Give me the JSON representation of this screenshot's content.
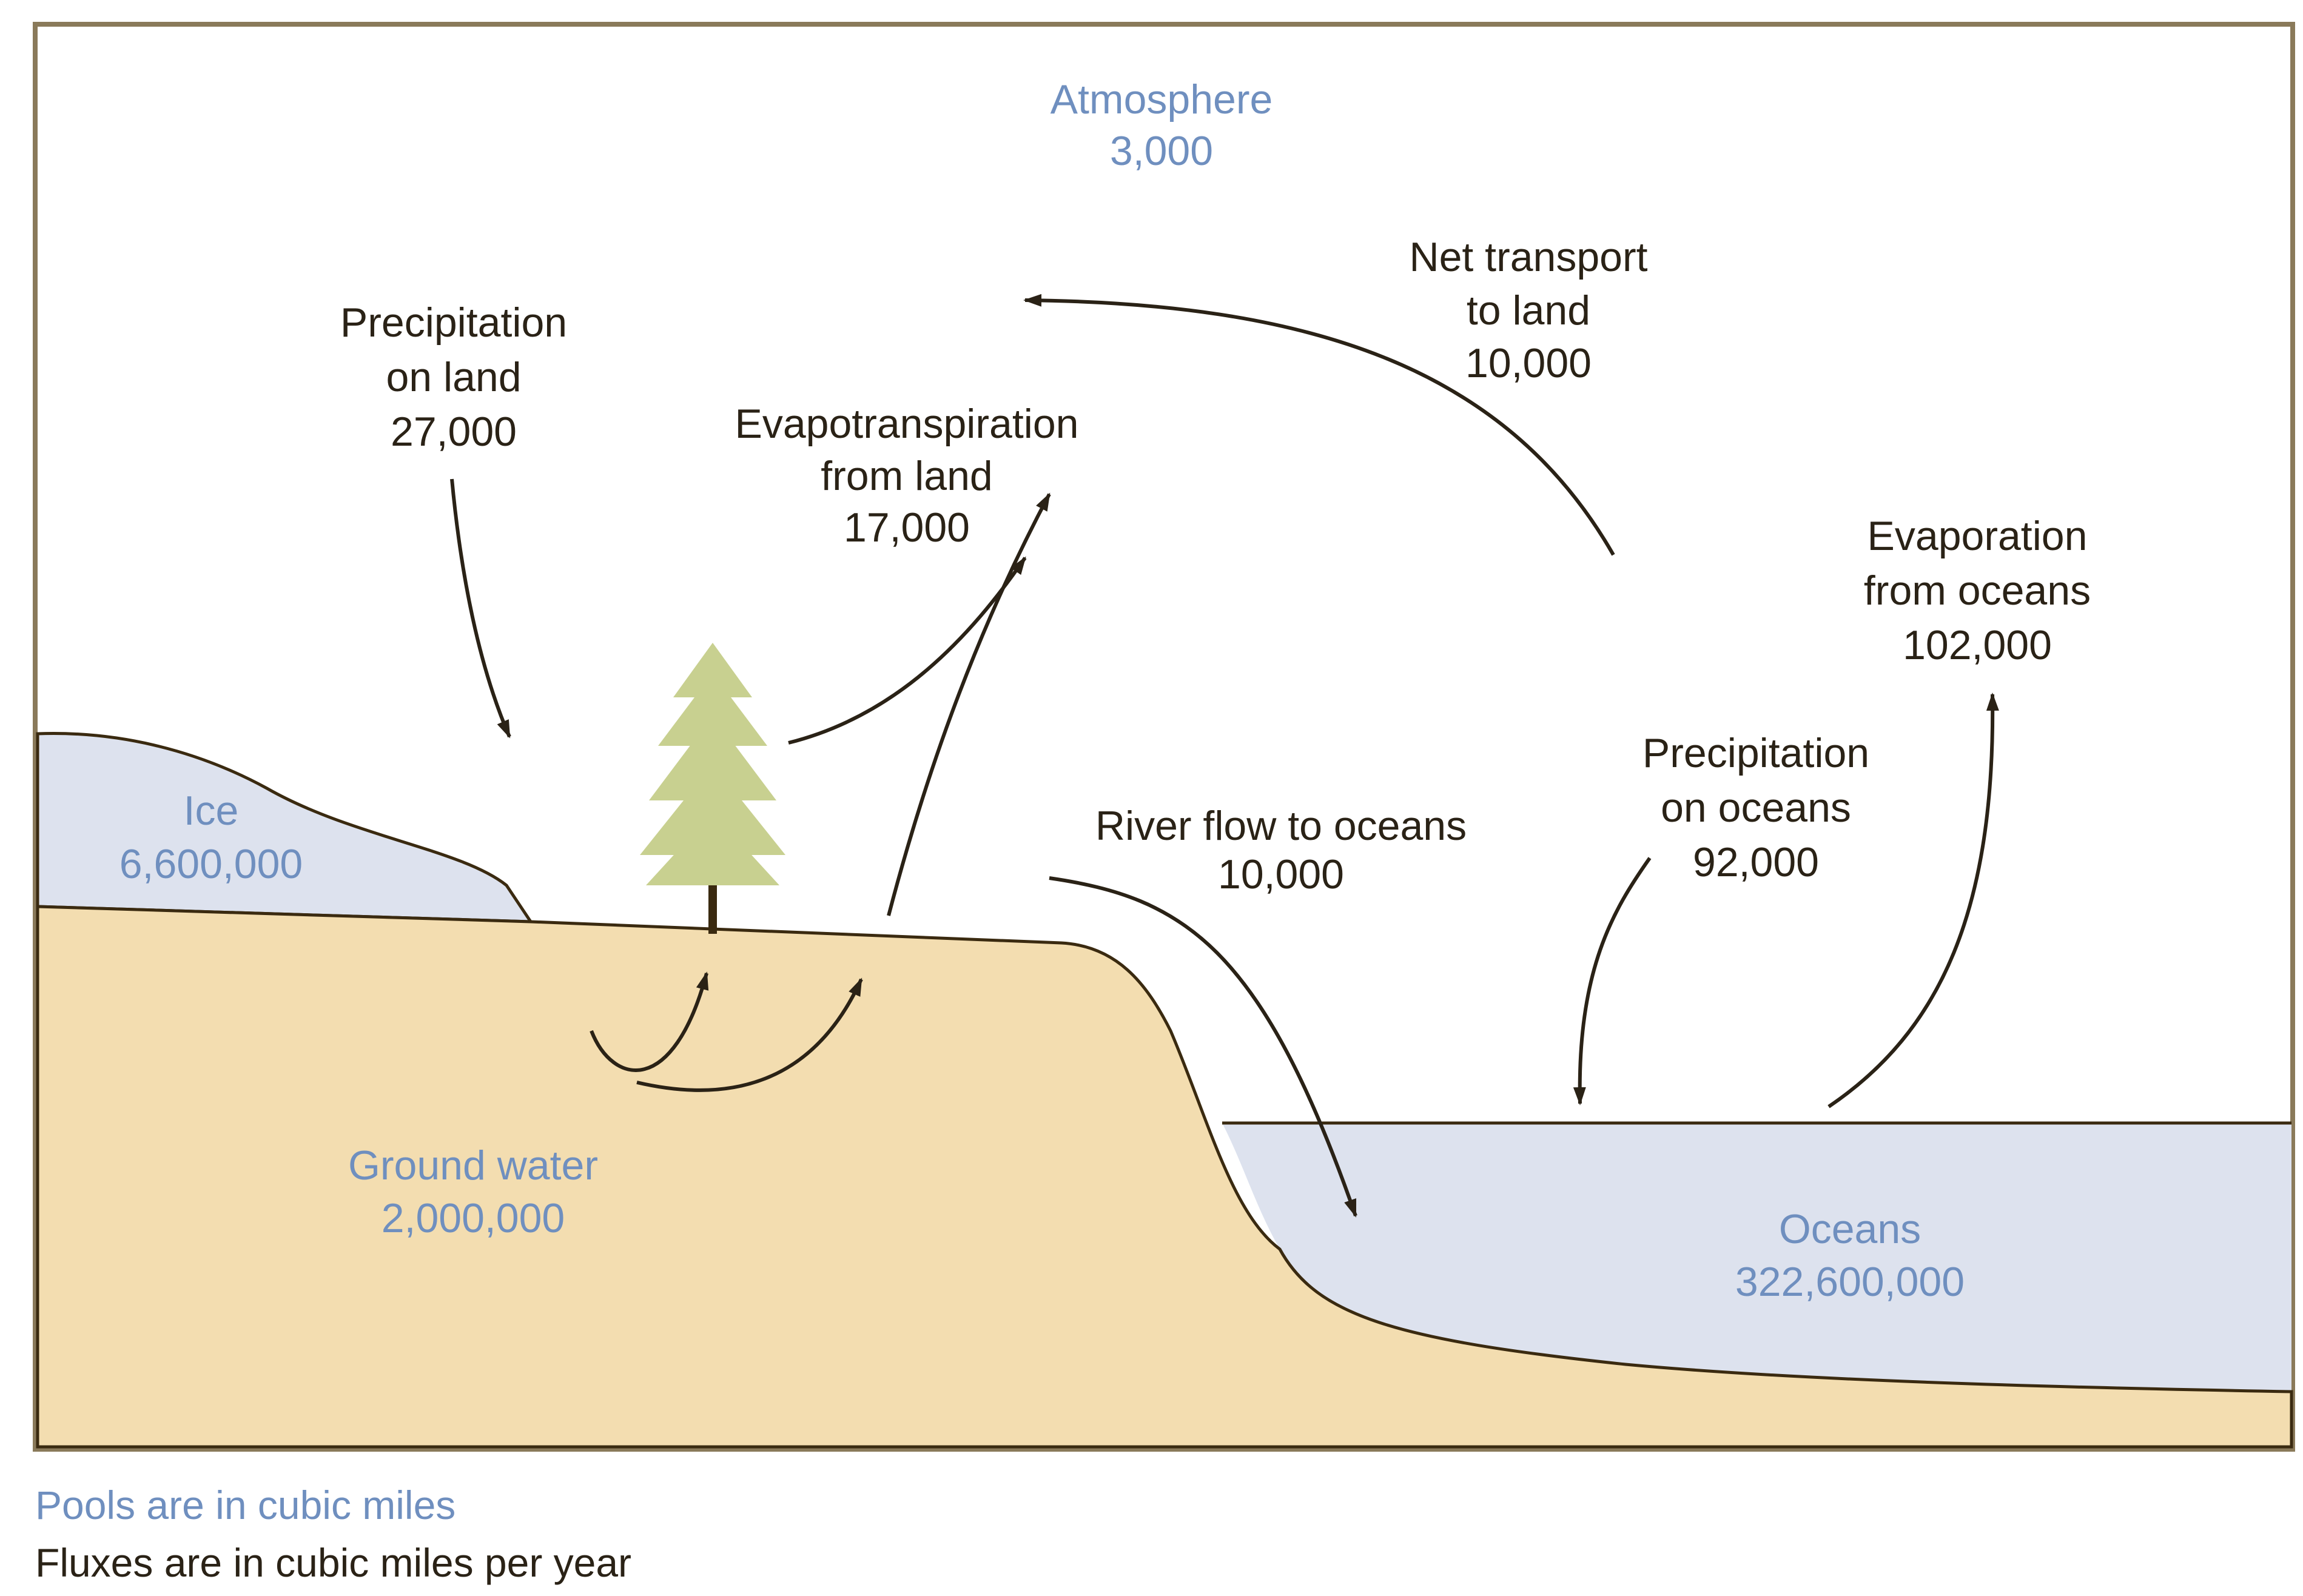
{
  "pools": {
    "atmosphere": {
      "name": "Atmosphere",
      "value": "3,000"
    },
    "ice": {
      "name": "Ice",
      "value": "6,600,000"
    },
    "ground_water": {
      "name": "Ground water",
      "value": "2,000,000"
    },
    "oceans": {
      "name": "Oceans",
      "value": "322,600,000"
    }
  },
  "fluxes": {
    "precip_land": {
      "line1": "Precipitation",
      "line2": "on land",
      "value": "27,000"
    },
    "evapotranspiration": {
      "line1": "Evapotranspiration",
      "line2": "from land",
      "value": "17,000"
    },
    "net_transport": {
      "line1": "Net transport",
      "line2": "to land",
      "value": "10,000"
    },
    "evaporation_oceans": {
      "line1": "Evaporation",
      "line2": "from oceans",
      "value": "102,000"
    },
    "precip_oceans": {
      "line1": "Precipitation",
      "line2": "on oceans",
      "value": "92,000"
    },
    "river_flow": {
      "line1": "River flow to oceans",
      "value": "10,000"
    }
  },
  "legend": {
    "pools_note": "Pools are in cubic miles",
    "fluxes_note": "Fluxes are in cubic miles per year"
  },
  "colors": {
    "land": "#f3ddb0",
    "ice": "#dde2ee",
    "ocean": "#dde2ee",
    "tree": "#c8d090",
    "trunk": "#3a2a10",
    "pool_text": "#6f8fbf",
    "flux_text": "#2a2216",
    "frame": "#8a7a5a"
  }
}
